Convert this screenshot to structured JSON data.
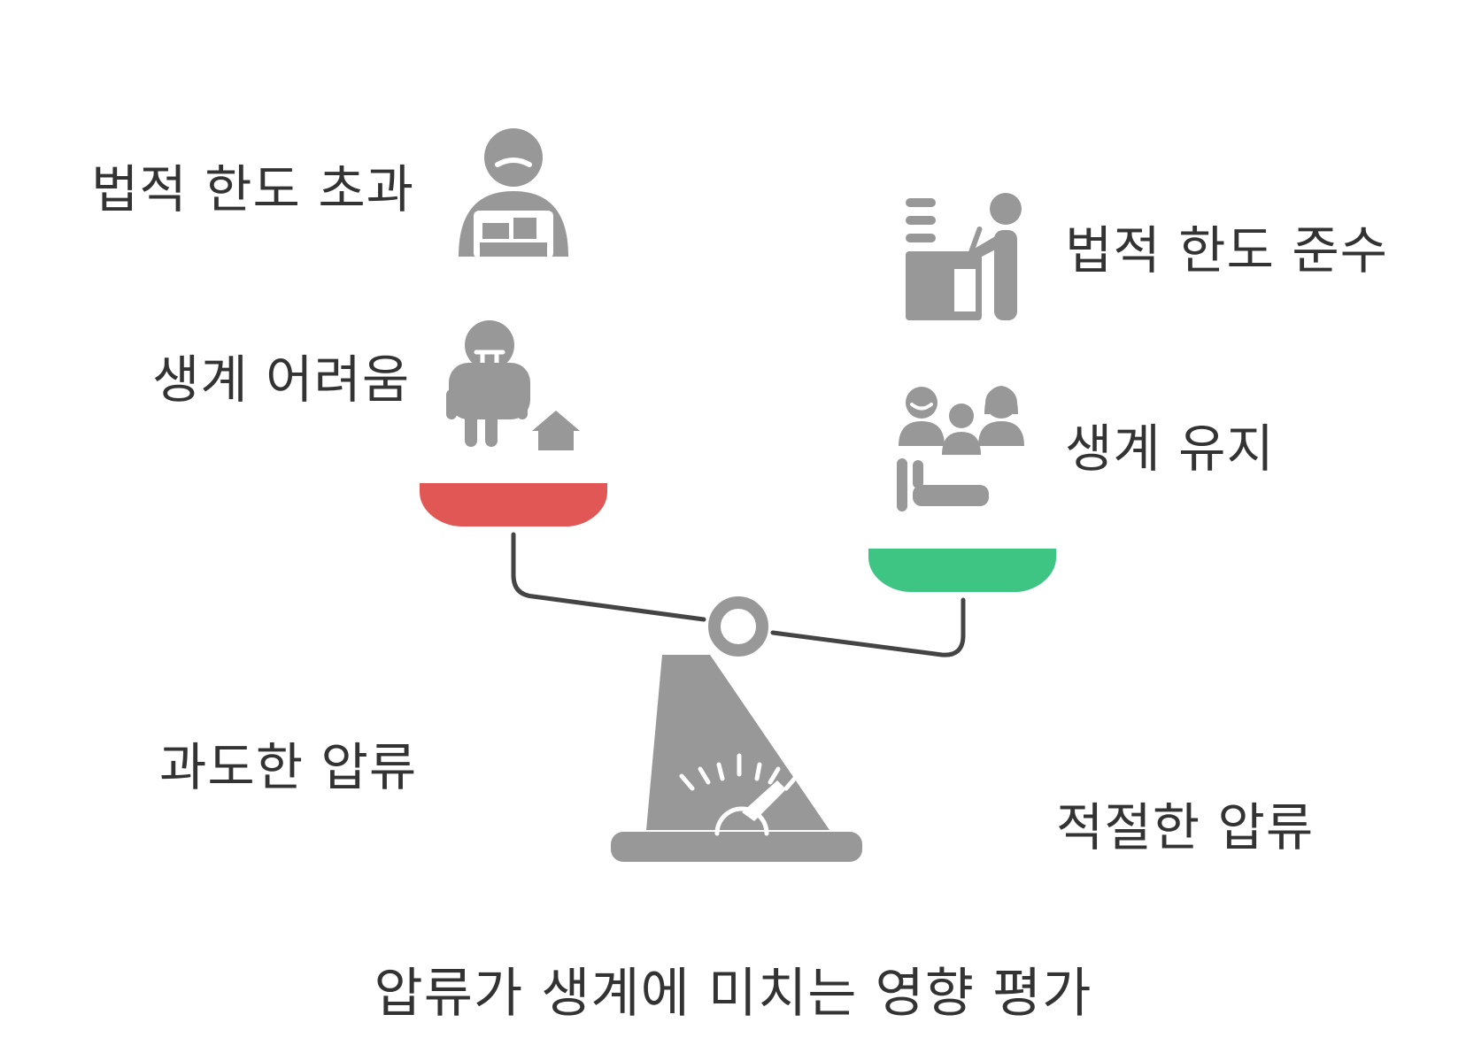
{
  "labels": {
    "exceed_limit": "법적 한도 초과",
    "hardship": "생계 어려움",
    "comply_limit": "법적 한도 준수",
    "maintain": "생계 유지",
    "excessive": "과도한 압류",
    "appropriate": "적절한 압류"
  },
  "title": "압류가 생계에 미치는 영향 평가",
  "colors": {
    "left_pan": "#e15756",
    "right_pan": "#3ec483",
    "icon": "#989898",
    "beam": "#444444",
    "text": "#333333"
  },
  "icons": {
    "exceed_limit": "person-at-desk-icon",
    "hardship": "person-with-house-icon",
    "comply_limit": "person-writing-at-desk-icon",
    "maintain": "family-at-table-icon",
    "base": "pressure-gauge-icon"
  }
}
